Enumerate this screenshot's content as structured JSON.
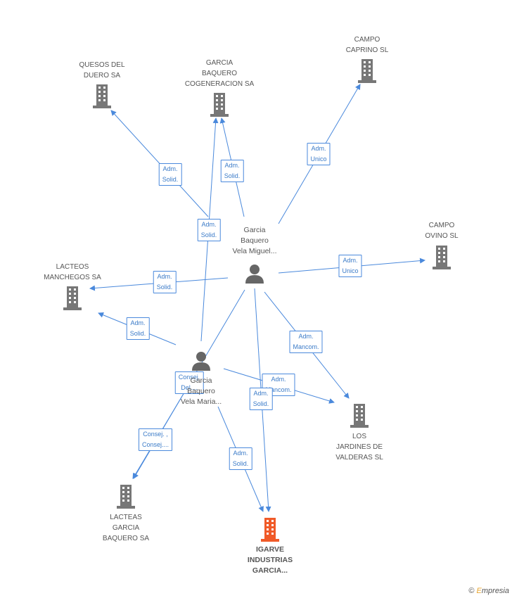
{
  "nodes": [
    {
      "id": "quesos",
      "type": "company",
      "label": "QUESOS DEL\nDUERO SA"
    },
    {
      "id": "cogeneracion",
      "type": "company",
      "label": "GARCIA\nBAQUERO\nCOGENERACION SA"
    },
    {
      "id": "caprino",
      "type": "company",
      "label": "CAMPO\nCAPRINO  SL"
    },
    {
      "id": "ovino",
      "type": "company",
      "label": "CAMPO\nOVINO SL"
    },
    {
      "id": "manchegos",
      "type": "company",
      "label": "LACTEOS\nMANCHEGOS SA"
    },
    {
      "id": "jardines",
      "type": "company",
      "label": "LOS\nJARDINES DE\nVALDERAS SL"
    },
    {
      "id": "lacteas",
      "type": "company",
      "label": "LACTEAS\nGARCIA\nBAQUERO SA"
    },
    {
      "id": "igarve",
      "type": "focus",
      "label": "IGARVE\nINDUSTRIAS\nGARCIA..."
    },
    {
      "id": "miguel",
      "type": "person",
      "label": "Garcia\nBaquero\nVela Miguel..."
    },
    {
      "id": "maria",
      "type": "person",
      "label": "Garcia\nBaquero\nVela Maria..."
    }
  ],
  "edges": [
    {
      "from": "miguel",
      "to": "quesos",
      "label": "Adm.\nSolid."
    },
    {
      "from": "miguel",
      "to": "cogeneracion",
      "label": "Adm.\nSolid."
    },
    {
      "from": "maria",
      "to": "cogeneracion",
      "label": "Adm.\nSolid."
    },
    {
      "from": "miguel",
      "to": "caprino",
      "label": "Adm.\nUnico"
    },
    {
      "from": "miguel",
      "to": "ovino",
      "label": "Adm.\nUnico"
    },
    {
      "from": "miguel",
      "to": "manchegos",
      "label": "Adm.\nSolid."
    },
    {
      "from": "maria",
      "to": "manchegos",
      "label": "Adm.\nSolid."
    },
    {
      "from": "miguel",
      "to": "jardines",
      "label": "Adm.\nMancom."
    },
    {
      "from": "maria",
      "to": "jardines",
      "label": "Adm.\nMancom."
    },
    {
      "from": "miguel",
      "to": "igarve",
      "label": "Adm.\nSolid."
    },
    {
      "from": "maria",
      "to": "igarve",
      "label": "Adm.\nSolid."
    },
    {
      "from": "miguel",
      "to": "lacteas",
      "label": "Consej.\nDel...."
    },
    {
      "from": "maria",
      "to": "lacteas",
      "label": "Consej. ,\nConsej...."
    }
  ],
  "colors": {
    "edge": "#4a89dc",
    "company": "#777777",
    "focus": "#f05a28",
    "person": "#666666"
  },
  "footer": {
    "copyright_symbol": "©",
    "brand_first": "E",
    "brand_rest": "mpresia"
  }
}
